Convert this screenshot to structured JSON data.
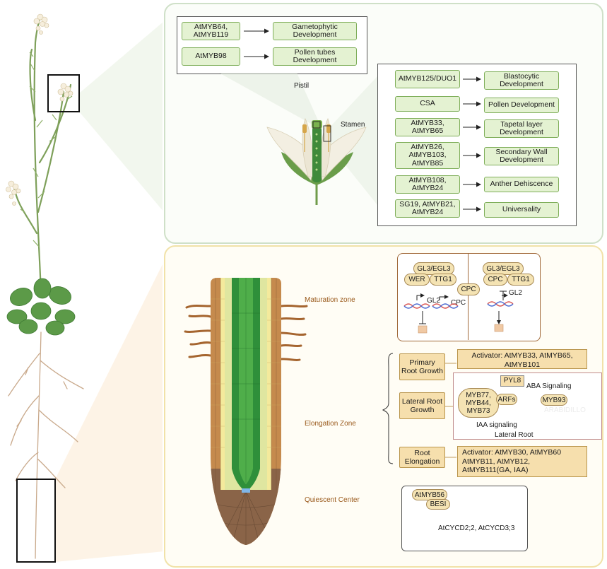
{
  "top": {
    "gametophyte": [
      {
        "gene": "AtMYB64,\nAtMYB119",
        "function": "Gametophytic\nDevelopment"
      },
      {
        "gene": "AtMYB98",
        "function": "Pollen tubes\nDevelopment"
      }
    ],
    "pistil_label": "Pistil",
    "stamen_label": "Stamen",
    "stamen": [
      {
        "gene": "AtMYB125/DUO1",
        "function": "Blastocytic\nDevelopment"
      },
      {
        "gene": "CSA",
        "function": "Pollen Development"
      },
      {
        "gene": "AtMYB33,\nAtMYB65",
        "function": "Tapetal layer\nDevelopment"
      },
      {
        "gene": "AtMYB26,\nAtMYB103,\nAtMYB85",
        "function": "Secondary Wall\nDevelopment"
      },
      {
        "gene": "AtMYB108,\nAtMYB24",
        "function": "Anther Dehiscence"
      },
      {
        "gene": "SG19, AtMYB21,\nAtMYB24",
        "function": "Universality"
      }
    ]
  },
  "bottom": {
    "zones": {
      "maturation": "Maturation zone",
      "elongation": "Elongation Zone",
      "quiescent": "Quiescent Center"
    },
    "hair_left": {
      "complex": "GL3/EGL3",
      "wer": "WER",
      "ttg1": "TTG1",
      "cpc": "CPC",
      "gl2": "GL2",
      "cpc_target": "CPC"
    },
    "hair_right": {
      "complex": "GL3/EGL3",
      "cpc": "CPC",
      "ttg1": "TTG1",
      "gl2": "GL2"
    },
    "processes": {
      "primary": "Primary\nRoot Growth",
      "lateral": "Lateral Root\nGrowth",
      "elongation": "Root\nElongation"
    },
    "activator_primary": "Activator: AtMYB33, AtMYB65,\nAtMYB101",
    "activator_elongation": "Activator: AtMYB30, AtMYB60\nAtMYB11, AtMYB12,\nAtMYB111(GA, IAA)",
    "lateral_network": {
      "pyl8": "PYL8",
      "aba": "ABA Signaling",
      "mybs": "MYB77,\nMYB44,\nMYB73",
      "arfs": "ARFs",
      "myb93": "MYB93",
      "arabidillo": "ARABIDILLO",
      "iaa": "IAA signaling",
      "lateral_root": "Lateral Root"
    },
    "qc_network": {
      "myb56": "AtMYB56",
      "besi": "BESI",
      "targets": "AtCYCD2;2, AtCYCD3;3"
    }
  },
  "colors": {
    "green_box": "#e4f2d2",
    "yellow_box": "#f6dfad",
    "top_panel_border": "#cfe0c8",
    "bottom_panel_border": "#f1e2a8"
  }
}
